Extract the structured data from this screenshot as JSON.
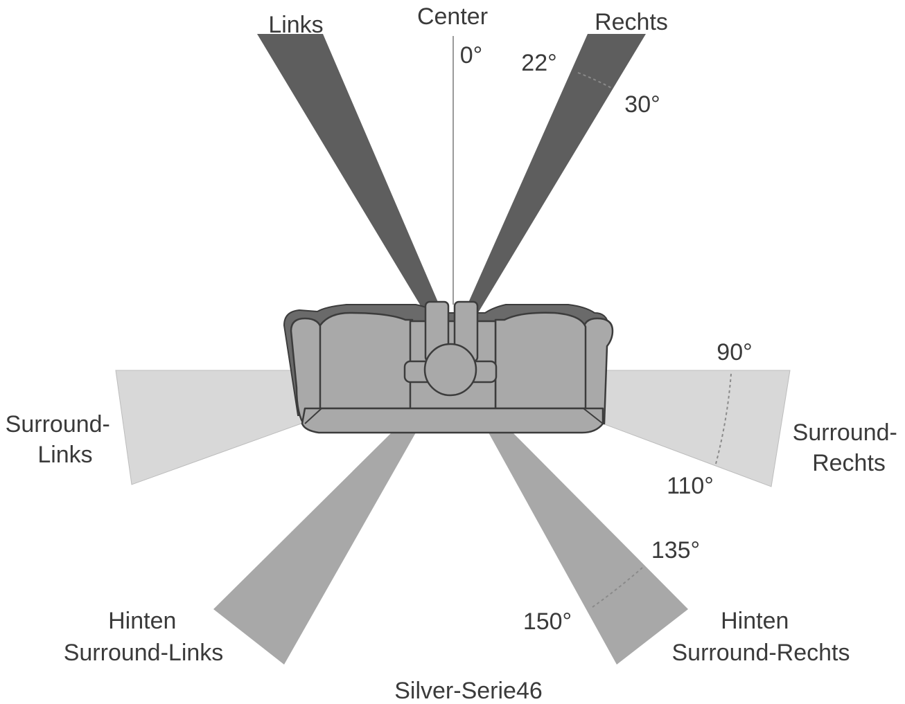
{
  "colors": {
    "front_beam": "#5e5e5e",
    "surround_beam": "#d8d8d8",
    "rear_beam": "#a8a8a8",
    "sofa": "#a9a9a9",
    "outline": "#3c3c3c",
    "text": "#3a3a3a"
  },
  "speakers": {
    "center": "Center",
    "left": "Links",
    "right": "Rechts",
    "surround_left": [
      "Surround-",
      "Links"
    ],
    "surround_right": [
      "Surround-",
      "Rechts"
    ],
    "rear_left": [
      "Hinten",
      "Surround-Links"
    ],
    "rear_right": [
      "Hinten",
      "Surround-Rechts"
    ]
  },
  "angles": {
    "a0": "0°",
    "a22": "22°",
    "a30": "30°",
    "a90": "90°",
    "a110": "110°",
    "a135": "135°",
    "a150": "150°"
  },
  "caption": "Silver-Serie46"
}
